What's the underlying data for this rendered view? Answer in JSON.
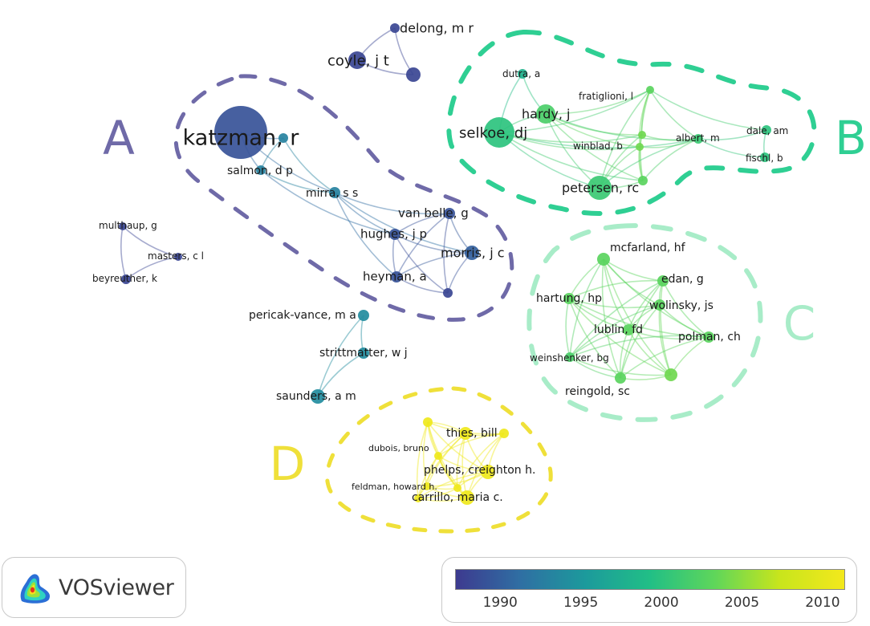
{
  "colors": {
    "cluster_A": "#6f6aa8",
    "cluster_B": "#2fcf93",
    "cluster_C": "#a8ecc8",
    "cluster_D": "#efe03a",
    "scale_stops": [
      "#3d3a8f",
      "#2f6fa3",
      "#1c9a9c",
      "#21bf86",
      "#5fd65a",
      "#c8e51c",
      "#f3e81c"
    ]
  },
  "clusters": [
    {
      "id": "A",
      "label": "A"
    },
    {
      "id": "B",
      "label": "B"
    },
    {
      "id": "C",
      "label": "C"
    },
    {
      "id": "D",
      "label": "D"
    }
  ],
  "nodes": [
    {
      "id": "delong",
      "label": "delong, m r",
      "year": 1988
    },
    {
      "id": "coyle",
      "label": "coyle, j t",
      "year": 1988
    },
    {
      "id": "coyle2",
      "label": "",
      "year": 1988
    },
    {
      "id": "katzman",
      "label": "katzman, r",
      "year": 1989
    },
    {
      "id": "katz2",
      "label": "",
      "year": 1993
    },
    {
      "id": "salmon",
      "label": "salmon, d p",
      "year": 1993
    },
    {
      "id": "mirra",
      "label": "mirra, s s",
      "year": 1993
    },
    {
      "id": "vanbelle",
      "label": "van belle, g",
      "year": 1989
    },
    {
      "id": "hughes",
      "label": "hughes, j p",
      "year": 1989
    },
    {
      "id": "morris",
      "label": "morris, j c",
      "year": 1990
    },
    {
      "id": "heyman",
      "label": "heyman, a",
      "year": 1989
    },
    {
      "id": "aextra",
      "label": "",
      "year": 1988
    },
    {
      "id": "multhaup",
      "label": "multhaup, g",
      "year": 1988
    },
    {
      "id": "masters",
      "label": "masters, c l",
      "year": 1988
    },
    {
      "id": "beyreuther",
      "label": "beyreuther, k",
      "year": 1988
    },
    {
      "id": "pericak",
      "label": "pericak-vance, m a",
      "year": 1994
    },
    {
      "id": "strittmatter",
      "label": "strittmatter, w j",
      "year": 1994
    },
    {
      "id": "saunders",
      "label": "saunders, a m",
      "year": 1994
    },
    {
      "id": "dutra",
      "label": "dutra, a",
      "year": 1998
    },
    {
      "id": "hardy",
      "label": "hardy, j",
      "year": 2002
    },
    {
      "id": "selkoe",
      "label": "selkoe, dj",
      "year": 2000
    },
    {
      "id": "fratiglioni",
      "label": "fratiglioni, l",
      "year": 2003
    },
    {
      "id": "winblad",
      "label": "winblad, b",
      "year": 2004
    },
    {
      "id": "bnode1",
      "label": "",
      "year": 2004
    },
    {
      "id": "albert",
      "label": "albert, m",
      "year": 2001
    },
    {
      "id": "dale",
      "label": "dale, am",
      "year": 2000
    },
    {
      "id": "fischl",
      "label": "fischl, b",
      "year": 2000
    },
    {
      "id": "petersen",
      "label": "petersen, rc",
      "year": 2001
    },
    {
      "id": "bnode2",
      "label": "",
      "year": 2003
    },
    {
      "id": "mcfarland",
      "label": "mcfarland, hf",
      "year": 2003
    },
    {
      "id": "edan",
      "label": "edan, g",
      "year": 2003
    },
    {
      "id": "hartung",
      "label": "hartung, hp",
      "year": 2003
    },
    {
      "id": "wolinsky",
      "label": "wolinsky, js",
      "year": 2003
    },
    {
      "id": "lublin",
      "label": "lublin, fd",
      "year": 2003
    },
    {
      "id": "polman",
      "label": "polman, ch",
      "year": 2003
    },
    {
      "id": "weinshenker",
      "label": "weinshenker, bg",
      "year": 2002
    },
    {
      "id": "reingold",
      "label": "reingold, sc",
      "year": 2003
    },
    {
      "id": "cnode1",
      "label": "",
      "year": 2004
    },
    {
      "id": "thies",
      "label": "thies, bill",
      "year": 2011
    },
    {
      "id": "dnode1",
      "label": "",
      "year": 2011
    },
    {
      "id": "dnode2",
      "label": "",
      "year": 2011
    },
    {
      "id": "dubois",
      "label": "dubois, bruno",
      "year": 2011
    },
    {
      "id": "dnode3",
      "label": "",
      "year": 2011
    },
    {
      "id": "phelps",
      "label": "phelps, creighton h.",
      "year": 2011
    },
    {
      "id": "feldman",
      "label": "feldman, howard h.",
      "year": 2011
    },
    {
      "id": "dnode4",
      "label": "",
      "year": 2011
    },
    {
      "id": "carrillo",
      "label": "carrillo, maria c.",
      "year": 2011
    }
  ],
  "brand": {
    "name": "VOSviewer",
    "logo_icon": "vosviewer-density-logo-icon"
  },
  "legend": {
    "ticks": [
      {
        "label": "1990",
        "value": 1990
      },
      {
        "label": "1995",
        "value": 1995
      },
      {
        "label": "2000",
        "value": 2000
      },
      {
        "label": "2005",
        "value": 2005
      },
      {
        "label": "2010",
        "value": 2010
      }
    ],
    "min": 1987.2,
    "max": 2011.4
  }
}
